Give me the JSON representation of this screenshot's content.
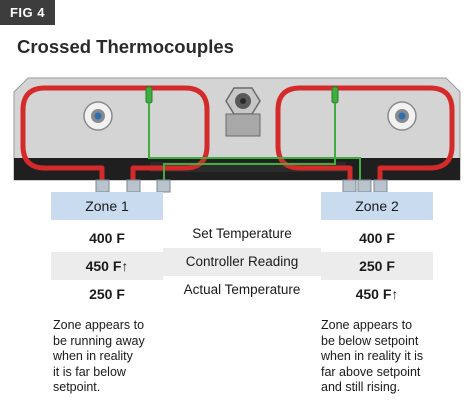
{
  "figure": {
    "badge": "FIG 4",
    "title": "Crossed Thermocouples"
  },
  "colors": {
    "heater": "#d42a2a",
    "wire": "#3fae3f",
    "plate": "#d4d4d4",
    "plate_base": "#1f1f1f",
    "zone_header": "#c9dbef",
    "row_alt": "#ececec",
    "badge_bg": "#3d3d3d"
  },
  "zone1": {
    "header": "Zone 1",
    "set_temp": "400 F",
    "controller_reading": "450 F↑",
    "actual_temp": "250 F",
    "note_lines": [
      "Zone appears to",
      "be running away",
      "when in reality",
      "it is far below",
      "setpoint."
    ]
  },
  "zone2": {
    "header": "Zone 2",
    "set_temp": "400 F",
    "controller_reading": "250 F",
    "actual_temp": "450 F↑",
    "note_lines": [
      "Zone appears to",
      "be below setpoint",
      "when in reality it is",
      "far above setpoint",
      "and still rising."
    ]
  },
  "row_labels": {
    "set_temp": "Set Temperature",
    "controller_reading": "Controller Reading",
    "actual_temp": "Actual Temperature"
  },
  "icons": [
    "screw-hole-icon",
    "center-nut-icon",
    "terminal-icon"
  ]
}
